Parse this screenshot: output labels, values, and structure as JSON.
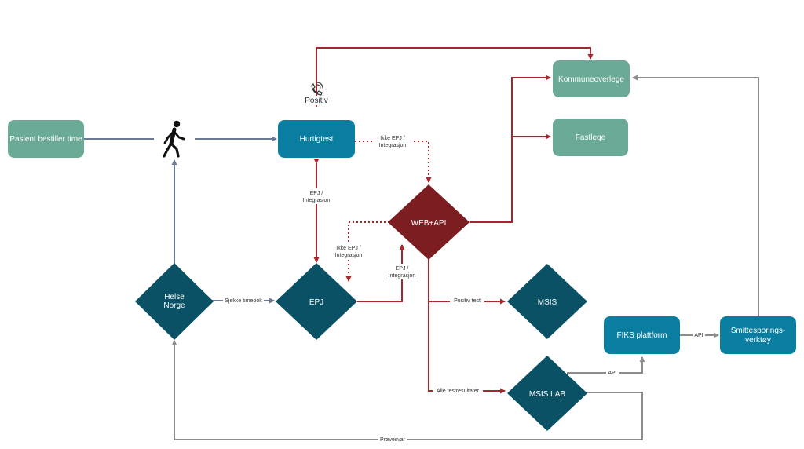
{
  "colors": {
    "green": "#6aaa96",
    "blue": "#0a7ea0",
    "navy": "#0b5166",
    "red_diamond": "#7c1d22",
    "red_arrow": "#a8272d",
    "gray_arrow": "#8c8c8c",
    "navy_arrow": "#6b7a93"
  },
  "nodes": {
    "pasient": "Pasient bestiller time",
    "hurtigtest": "Hurtigtest",
    "kommuneoverlege": "Kommuneoverlege",
    "fastlege": "Fastlege",
    "web_api": "WEB+API",
    "helse_norge": [
      "Helse",
      "Norge"
    ],
    "epj": "EPJ",
    "msis": "MSIS",
    "msis_lab": "MSIS LAB",
    "fiks": "FIKS plattform",
    "smitte": [
      "Smittesporings-",
      "verktøy"
    ]
  },
  "labels": {
    "positiv": "Positiv",
    "ikke_epj_top": [
      "Ikke EPJ /",
      "Integrasjon"
    ],
    "epj_integrasjon_mid": [
      "EPJ /",
      "Integrasjon"
    ],
    "ikke_epj_left": [
      "Ikke EPJ /",
      "Integrasjon"
    ],
    "epj_integrasjon_low": [
      "EPJ /",
      "Integrasjon"
    ],
    "sjekke_timebok": "Sjekke timebok",
    "positiv_test": "Positiv test",
    "alle_testresultater": "Alle testresultater",
    "api_lab": "API",
    "api_fiks": "API",
    "provesvar": "Prøvesvar"
  },
  "icons": {
    "walker": "person-walking-icon",
    "phone": "phone-icon"
  }
}
